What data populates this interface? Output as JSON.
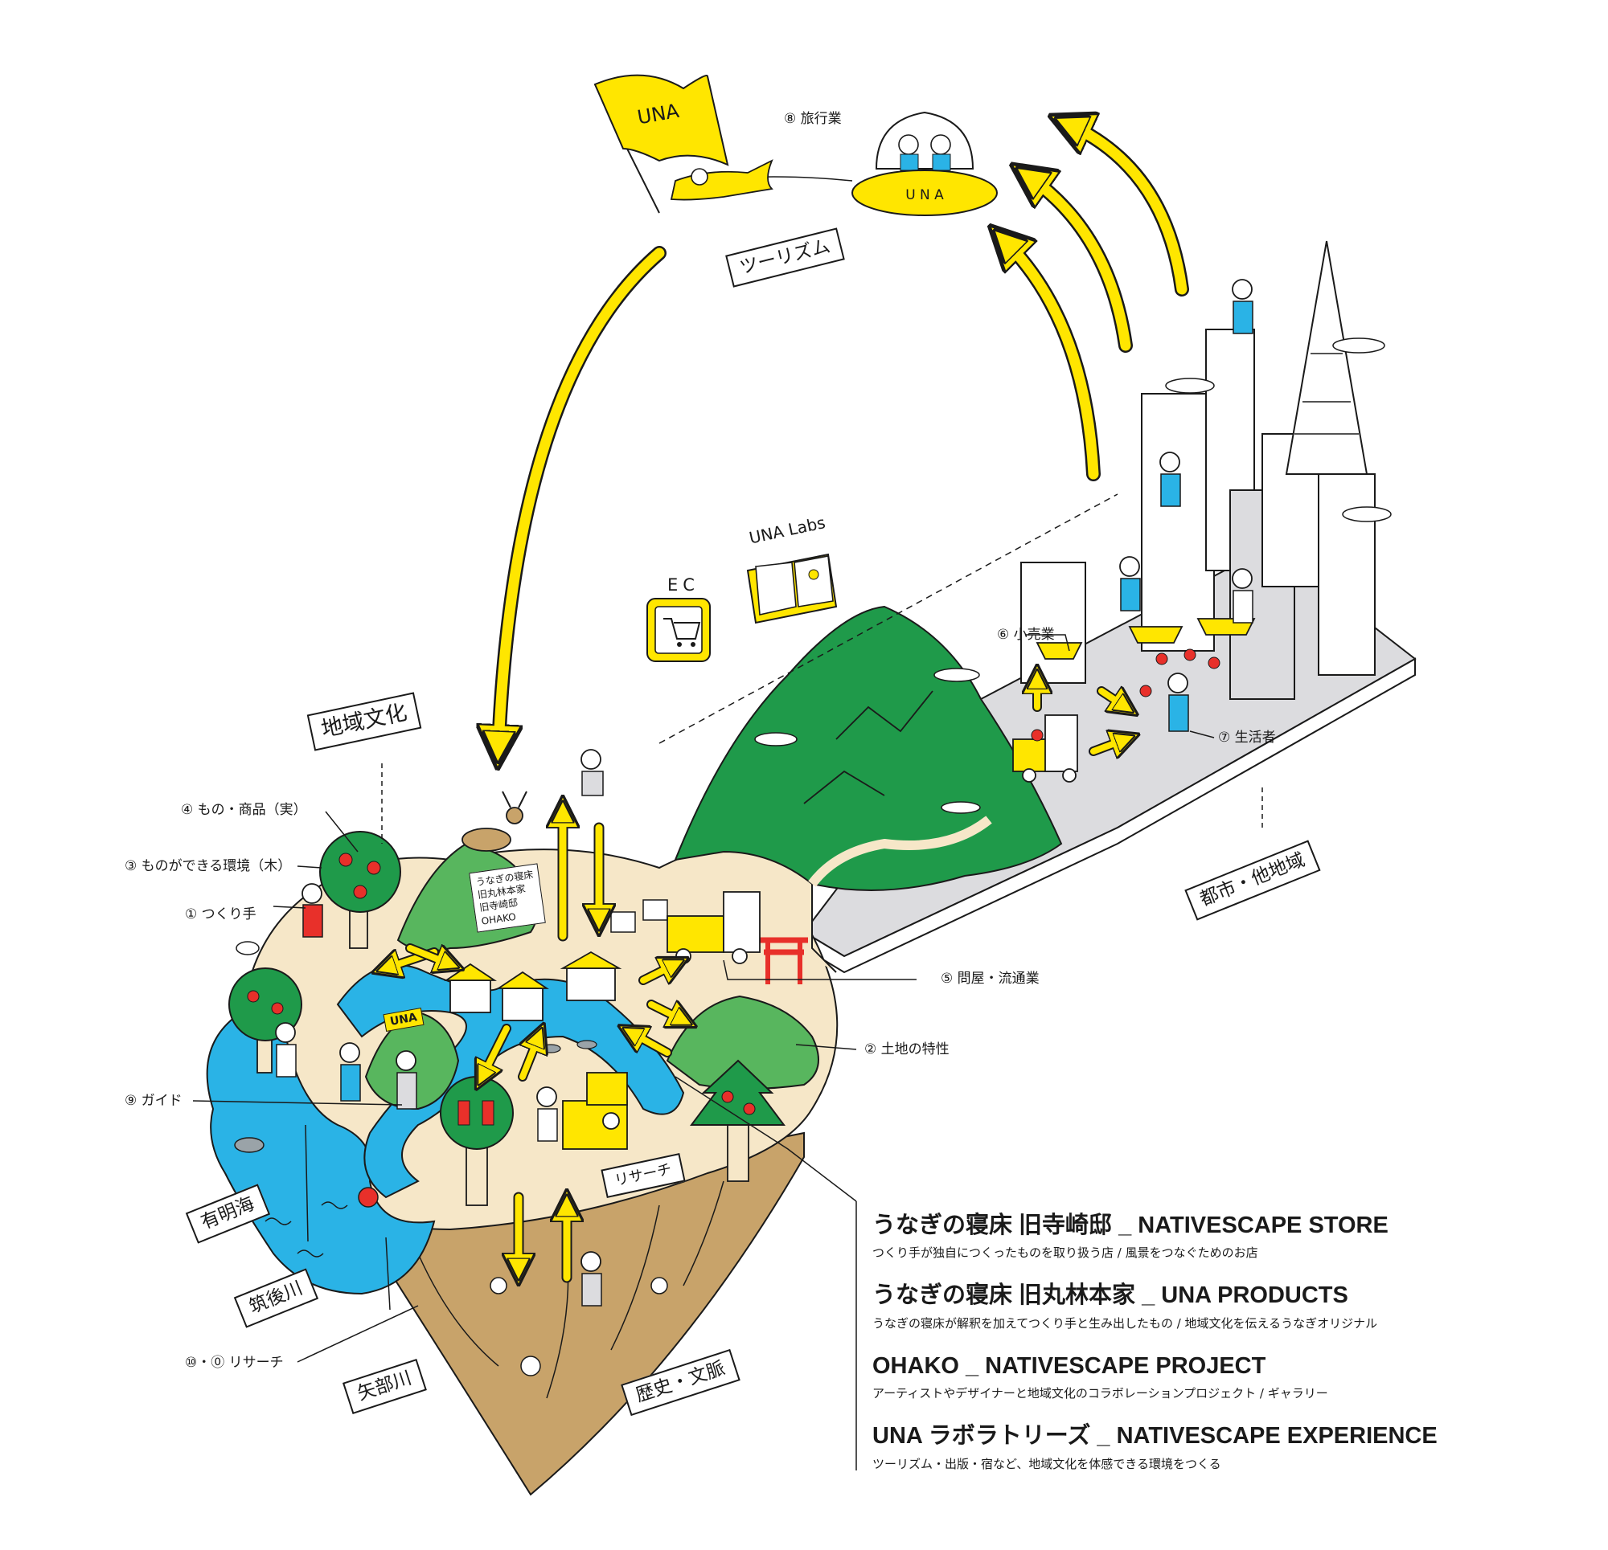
{
  "roles": {
    "maker": "① つくり手",
    "land": "② 土地の特性",
    "environment": "③ ものができる環境（木）",
    "goods": "④ もの・商品（実）",
    "wholesale": "⑤ 問屋・流通業",
    "retail": "⑥ 小売業",
    "consumer": "⑦ 生活者",
    "travel": "⑧ 旅行業",
    "guide": "⑨ ガイド",
    "research": "⑩・⓪ リサーチ"
  },
  "tags": {
    "regional_culture": "地域文化",
    "tourism": "ツーリズム",
    "city": "都市・他地域",
    "ariake": "有明海",
    "chikugo": "筑後川",
    "yabe": "矢部川",
    "history": "歴史・文脈",
    "research_sign": "リサーチ"
  },
  "icons": {
    "ec": "EC",
    "labs": "UNA Labs"
  },
  "vehicles": {
    "ufo_text": "U  N  A",
    "flag_text": "UNA",
    "hill_flag": "UNA"
  },
  "shop_sign": {
    "line1": "うなぎの寝床",
    "line2": "旧丸林本家",
    "line3": "旧寺崎邸",
    "line4": "OHAKO"
  },
  "legend": [
    {
      "title": "うなぎの寝床 旧寺崎邸 _ NATIVESCAPE STORE",
      "desc": "つくり手が独自につくったものを取り扱う店 / 風景をつなぐためのお店"
    },
    {
      "title": "うなぎの寝床 旧丸林本家 _ UNA PRODUCTS",
      "desc": "うなぎの寝床が解釈を加えてつくり手と生み出したもの / 地域文化を伝えるうなぎオリジナル"
    },
    {
      "title": "OHAKO _ NATIVESCAPE PROJECT",
      "desc": "アーティストやデザイナーと地域文化のコラボレーションプロジェクト / ギャラリー"
    },
    {
      "title": "UNA ラボラトリーズ _ NATIVESCAPE EXPERIENCE",
      "desc": "ツーリズム・出版・宿など、地域文化を体感できる環境をつくる"
    }
  ],
  "colors": {
    "yellow": "#ffe600",
    "green": "#1f9a4a",
    "light_green": "#58b65e",
    "sea": "#2ab3e6",
    "sand": "#f6e7c8",
    "soil": "#c8a36a",
    "city_gray": "#dcdcdf",
    "apple_red": "#e8302a"
  }
}
